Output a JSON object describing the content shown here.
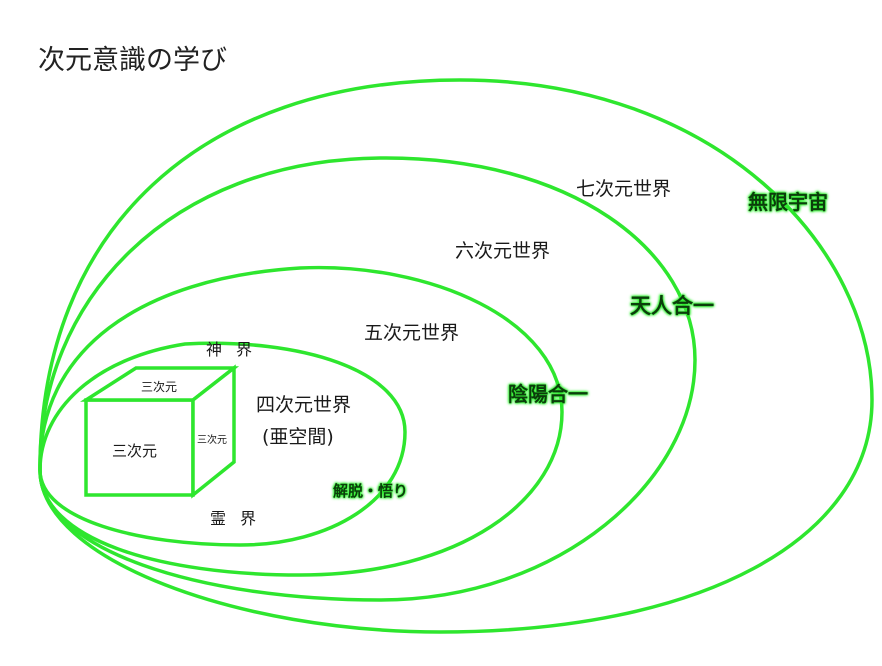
{
  "title": "次元意識の学び",
  "colors": {
    "ring": "#2ee62e",
    "text": "#1a1a1a",
    "glow": "#33ee33"
  },
  "worlds": {
    "seventh": "七次元世界",
    "sixth": "六次元世界",
    "fifth": "五次元世界",
    "fourth": "四次元世界",
    "fourth_sub": "(亜空間)",
    "third": "三次元"
  },
  "cube_faces": {
    "front": "三次元",
    "top": "三次元",
    "side": "三次元"
  },
  "realms": {
    "upper": "神界",
    "lower": "霊界"
  },
  "stages": {
    "infinite_universe": "無限宇宙",
    "heaven_human_unity": "天人合一",
    "yin_yang_unity": "陰陽合一",
    "liberation": "解脱・悟り"
  }
}
